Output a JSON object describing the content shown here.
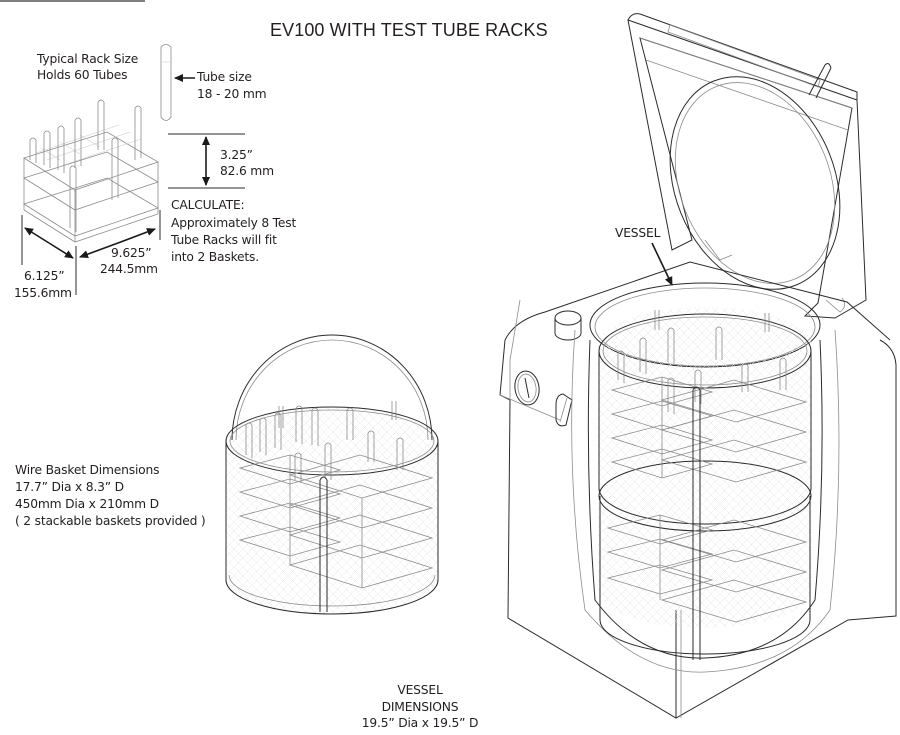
{
  "title": "EV100 WITH TEST TUBE RACKS",
  "rack": {
    "heading_line1": "Typical Rack Size",
    "heading_line2": "Holds 60 Tubes",
    "tube_label_line1": "Tube size",
    "tube_label_line2": "18 - 20 mm",
    "height_in": "3.25”",
    "height_mm": "82.6 mm",
    "length_in": "9.625”",
    "length_mm": "244.5mm",
    "width_in": "6.125”",
    "width_mm": "155.6mm"
  },
  "calculate": {
    "heading": "CALCULATE:",
    "line1": "Approximately 8 Test",
    "line2": "Tube Racks will fit",
    "line3": "into 2 Baskets."
  },
  "basket": {
    "heading": "Wire Basket Dimensions",
    "line1": "17.7” Dia x 8.3” D",
    "line2": "450mm Dia x 210mm D",
    "line3": "( 2 stackable baskets provided )"
  },
  "vessel": {
    "callout": "VESSEL",
    "dims_line1": "VESSEL",
    "dims_line2": "DIMENSIONS",
    "dims_line3": "19.5” Dia x 19.5” D"
  },
  "icons": {
    "arrow": "arrow-left-icon",
    "dimension": "double-arrow-icon"
  }
}
